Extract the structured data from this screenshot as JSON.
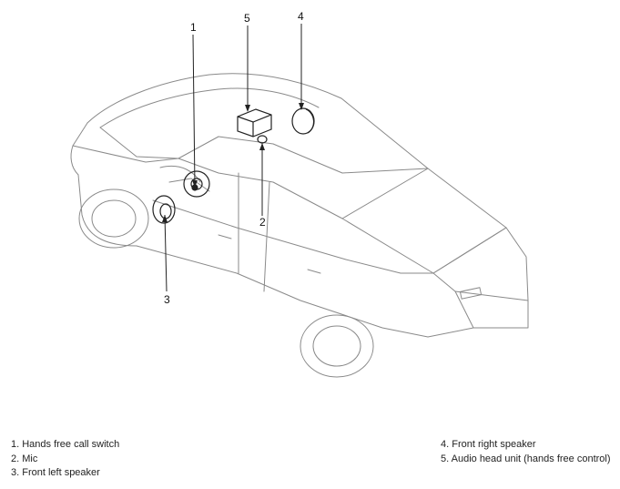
{
  "callouts": [
    {
      "number": "1",
      "name": "Hands free call switch"
    },
    {
      "number": "2",
      "name": "Mic"
    },
    {
      "number": "3",
      "name": "Front left speaker"
    },
    {
      "number": "4",
      "name": "Front right speaker"
    },
    {
      "number": "5",
      "name": "Audio head unit (hands free control)"
    }
  ],
  "legend": {
    "left": [
      "1. Hands free call switch",
      "2. Mic",
      "3. Front left speaker"
    ],
    "right": [
      "4. Front right speaker",
      "5. Audio head unit (hands free control)"
    ]
  }
}
